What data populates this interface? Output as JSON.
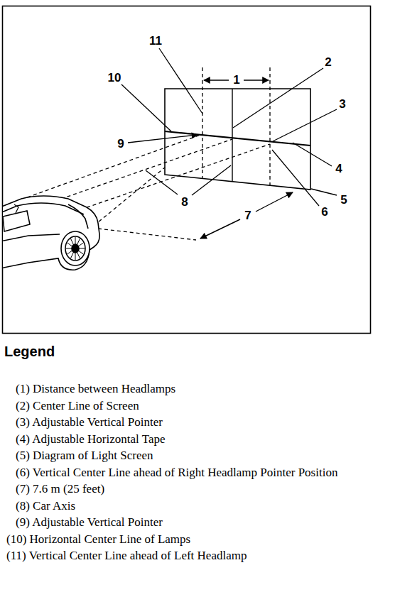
{
  "diagram": {
    "labels": [
      "11",
      "1",
      "2",
      "10",
      "3",
      "9",
      "4",
      "8",
      "5",
      "6",
      "7",
      "Legend"
    ],
    "legend": [
      {
        "text": "(1) Distance between Headlamps"
      },
      {
        "text": "(2) Center Line of Screen"
      },
      {
        "text": "(3) Adjustable Vertical Pointer"
      },
      {
        "text": "(4) Adjustable Horizontal Tape"
      },
      {
        "text": "(5) Diagram of Light Screen"
      },
      {
        "text": "(6) Vertical Center Line ahead of Right Headlamp Pointer Position"
      },
      {
        "text": "(7) 7.6 m (25 feet)"
      },
      {
        "text": "(8) Car Axis"
      },
      {
        "text": "(9) Adjustable Vertical Pointer"
      },
      {
        "text": "(10) Horizontal Center Line of Lamps"
      },
      {
        "text": "(11) Vertical Center Line ahead of Left Headlamp"
      }
    ]
  }
}
